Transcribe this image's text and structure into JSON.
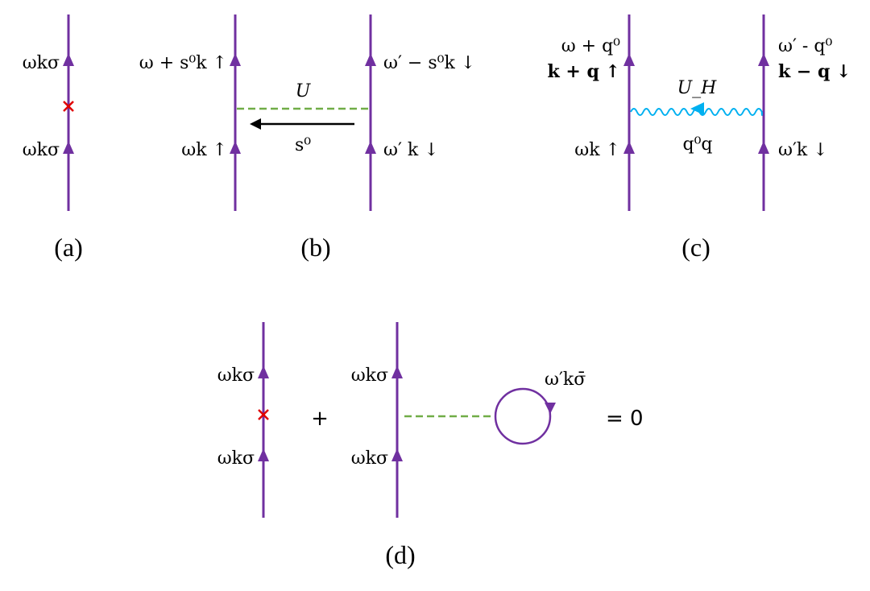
{
  "colors": {
    "propagator": "#7030a0",
    "interaction": "#70ad47",
    "insertion": "#e00000",
    "hubbard_boson": "#00b0f0",
    "arrow": "#000000"
  },
  "panel_a": {
    "top_label": "ωkσ",
    "bottom_label": "ωkσ",
    "caption": "(a)"
  },
  "panel_b": {
    "left_top_label": "ω + s⁰k ↑",
    "left_bottom_label": "ωk ↑",
    "right_top_label": "ω′  − s⁰k ↓",
    "right_bottom_label": "ω′ k ↓",
    "interaction_label": "U",
    "transfer_label": "s⁰",
    "caption": "(b)"
  },
  "panel_c": {
    "left_top_label_1": "ω + q⁰",
    "left_top_label_2": "k + q ↑",
    "left_bottom_label": "ωk ↑",
    "right_top_label_1": "ω′ - q⁰",
    "right_top_label_2": "k − q ↓",
    "right_bottom_label": "ω′k ↓",
    "boson_label": "U_H",
    "transfer_label": "q⁰q",
    "caption": "(c)"
  },
  "panel_d": {
    "line1_top_label": "ωkσ",
    "line1_bottom_label": "ωkσ",
    "plus_sign": "+",
    "line2_top_label": "ωkσ",
    "line2_bottom_label": "ωkσ",
    "loop_label": "ω′kσ̄",
    "equals": "= 0",
    "caption": "(d)"
  }
}
